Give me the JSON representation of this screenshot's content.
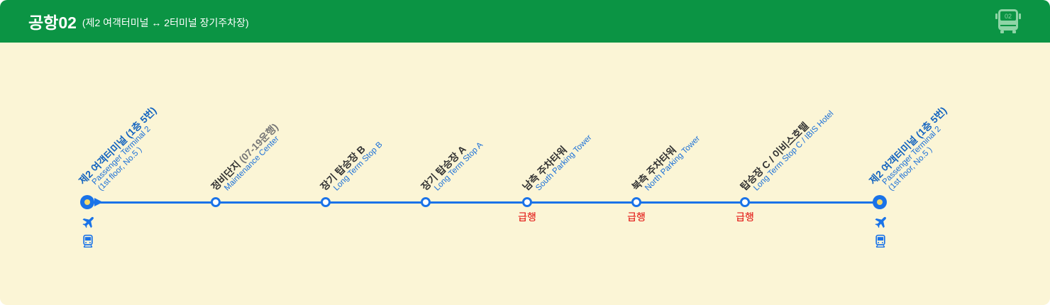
{
  "header": {
    "title": "공항02",
    "subtitle": "(제2 여객터미널 ↔ 2터미널 장기주차장)",
    "bus_number": "02"
  },
  "colors": {
    "header": "#0b9444",
    "background": "#fbf5d6",
    "line": "#1a73e8",
    "express": "#e00000"
  },
  "stops": [
    {
      "name": "제2 여객터미널 (1층 5번)",
      "en": "Passenger Terminal 2",
      "en2": "(1st floor, No.5 )"
    },
    {
      "name": "정비단지",
      "note": "(07-19운행)",
      "en": "Maintenance Center"
    },
    {
      "name": "장기 탑승장 B",
      "en": "Long Term Stop B"
    },
    {
      "name": "장기 탑승장 A",
      "en": "Long Term Stop A"
    },
    {
      "name": "남측 주차타워",
      "en": "South Parking Tower",
      "badge": "급행"
    },
    {
      "name": "북측 주차타워",
      "en": "North Parking Tower",
      "badge": "급행"
    },
    {
      "name": "탑승장 C / 이비스호텔",
      "en": "Long Term Stop C / IBIS Hotel",
      "badge": "급행"
    },
    {
      "name": "제2 여객터미널 (1층 5번)",
      "en": "Passenger Terminal 2",
      "en2": "(1st floor, No.5 )"
    }
  ],
  "icons": {
    "airport": "airplane-icon",
    "rail": "train-icon",
    "bus": "bus-icon"
  }
}
